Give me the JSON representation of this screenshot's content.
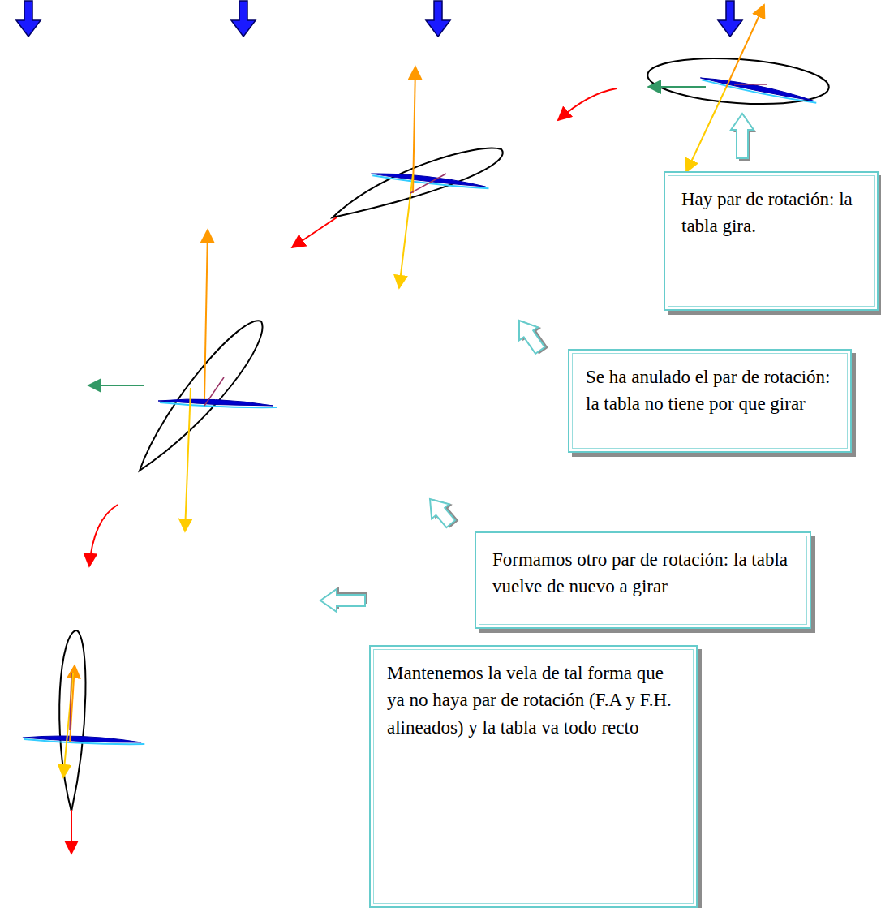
{
  "diagram": {
    "nodes": [
      {
        "text": [
          "Hay par de rotación: la tabla gira."
        ]
      },
      {
        "text": [
          "Se ha anulado el par de rotación: la tabla no tiene por que girar"
        ]
      },
      {
        "text": [
          "Formamos otro par de rotación: la tabla vuelve de nuevo a girar"
        ]
      },
      {
        "text": [
          "Mantenemos la vela de tal forma que ya no haya par de rotación (F.A y F.H. alineados) y la tabla va todo recto"
        ]
      }
    ]
  }
}
